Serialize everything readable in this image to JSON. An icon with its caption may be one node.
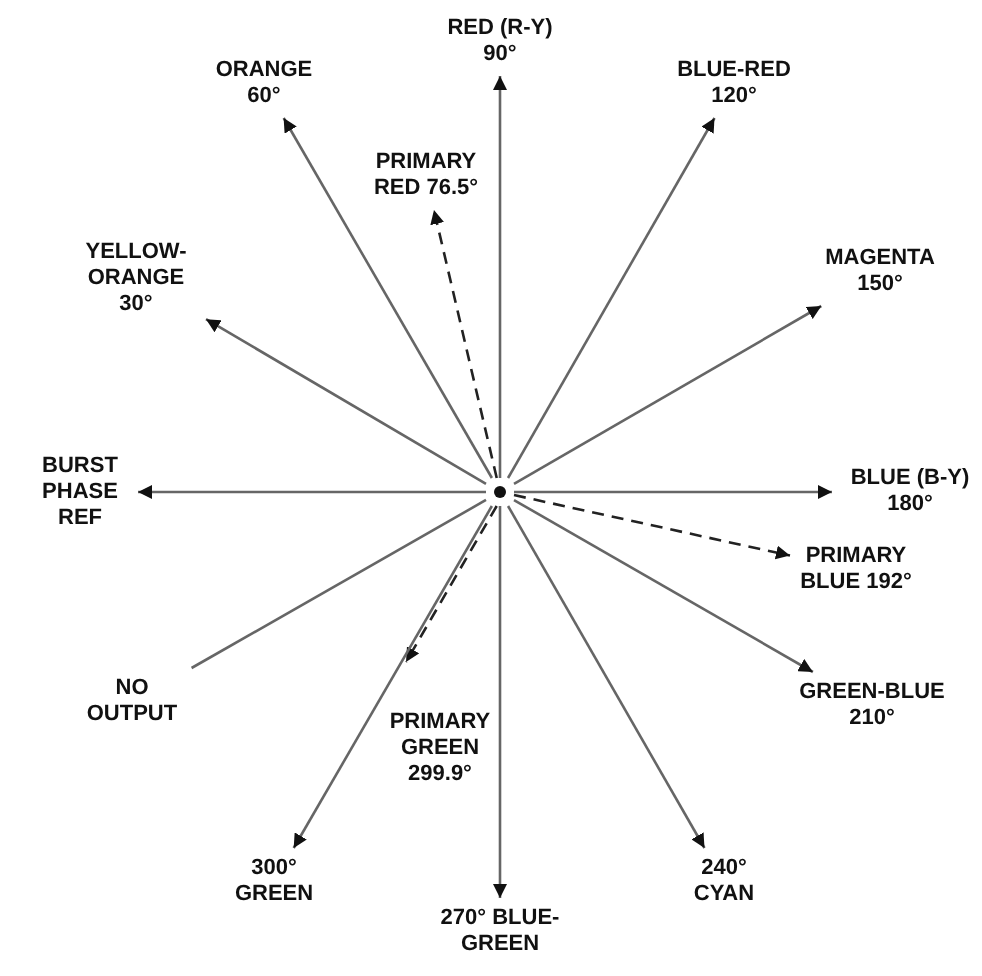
{
  "diagram": {
    "nodes": [
      {
        "text": [],
        "shape": "circle"
      },
      {
        "text": [
          "RED (R-Y) 90°"
        ]
      },
      {
        "text": [
          "ORANGE 60°"
        ]
      },
      {
        "text": [
          "BLUE-RED 120°"
        ]
      },
      {
        "text": [
          "PRIMARY RED 76.5°"
        ]
      },
      {
        "text": [
          "MAGENTA 150°"
        ]
      },
      {
        "text": [
          "YELLOW-ORANGE 30°"
        ]
      },
      {
        "text": [
          "BURST PHASE REF"
        ]
      },
      {
        "text": [
          "BLUE (B-Y) 180°"
        ]
      },
      {
        "text": [
          "PRIMARY BLUE 192°"
        ]
      },
      {
        "text": [
          "NO OUTPUT"
        ]
      },
      {
        "text": [
          "GREEN-BLUE 210°"
        ]
      },
      {
        "text": [
          "PRIMARY GREEN 299.9°"
        ]
      },
      {
        "text": [
          "300° GREEN"
        ]
      },
      {
        "text": [
          "270° BLUE-GREEN"
        ]
      },
      {
        "text": [
          "240° CYAN"
        ]
      }
    ],
    "edges": [
      {
        "from": 0,
        "to": 1,
        "arrow": "to"
      },
      {
        "from": 0,
        "to": 2,
        "arrow": "to"
      },
      {
        "from": 0,
        "to": 3,
        "arrow": "to"
      },
      {
        "from": 0,
        "to": 4,
        "arrow": "to",
        "style": "dashed"
      },
      {
        "from": 0,
        "to": 5,
        "arrow": "to"
      },
      {
        "from": 0,
        "to": 6,
        "arrow": "to"
      },
      {
        "from": 0,
        "to": 7,
        "arrow": "to"
      },
      {
        "from": 0,
        "to": 8,
        "arrow": "to"
      },
      {
        "from": 0,
        "to": 9,
        "arrow": "to",
        "style": "dashed"
      },
      {
        "from": 0,
        "to": 10,
        "arrow": "none"
      },
      {
        "from": 0,
        "to": 11,
        "arrow": "to"
      },
      {
        "from": 0,
        "to": 12,
        "arrow": "to",
        "style": "dashed"
      },
      {
        "from": 0,
        "to": 13,
        "arrow": "to"
      },
      {
        "from": 0,
        "to": 14,
        "arrow": "to"
      },
      {
        "from": 0,
        "to": 15,
        "arrow": "to"
      }
    ]
  }
}
